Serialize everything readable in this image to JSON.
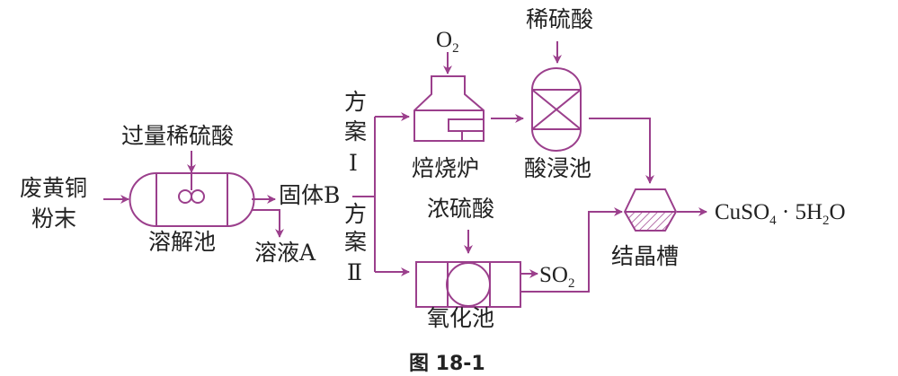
{
  "raw_material": {
    "line1": "废黄铜",
    "line2": "粉末"
  },
  "reagent_dissolve": "过量稀硫酸",
  "dissolve_tank": "溶解池",
  "solid": "固体B",
  "solution": "溶液A",
  "plan1": {
    "c1": "方",
    "c2": "案",
    "c3": "Ⅰ"
  },
  "plan2": {
    "c1": "方",
    "c2": "案",
    "c3": "Ⅱ"
  },
  "oxygen": {
    "base": "O",
    "sub": "2"
  },
  "roaster": "焙烧炉",
  "dilute_acid": "稀硫酸",
  "leach_tank": "酸浸池",
  "conc_acid": "浓硫酸",
  "oxidation_tank": "氧化池",
  "so2": {
    "base": "SO",
    "sub": "2"
  },
  "crystallizer": "结晶槽",
  "product": {
    "p1": "CuSO",
    "s1": "4",
    "p2": " · 5H",
    "s2": "2",
    "p3": "O"
  },
  "caption": "图 18-1",
  "colors": {
    "line": "#9b3f8c"
  }
}
